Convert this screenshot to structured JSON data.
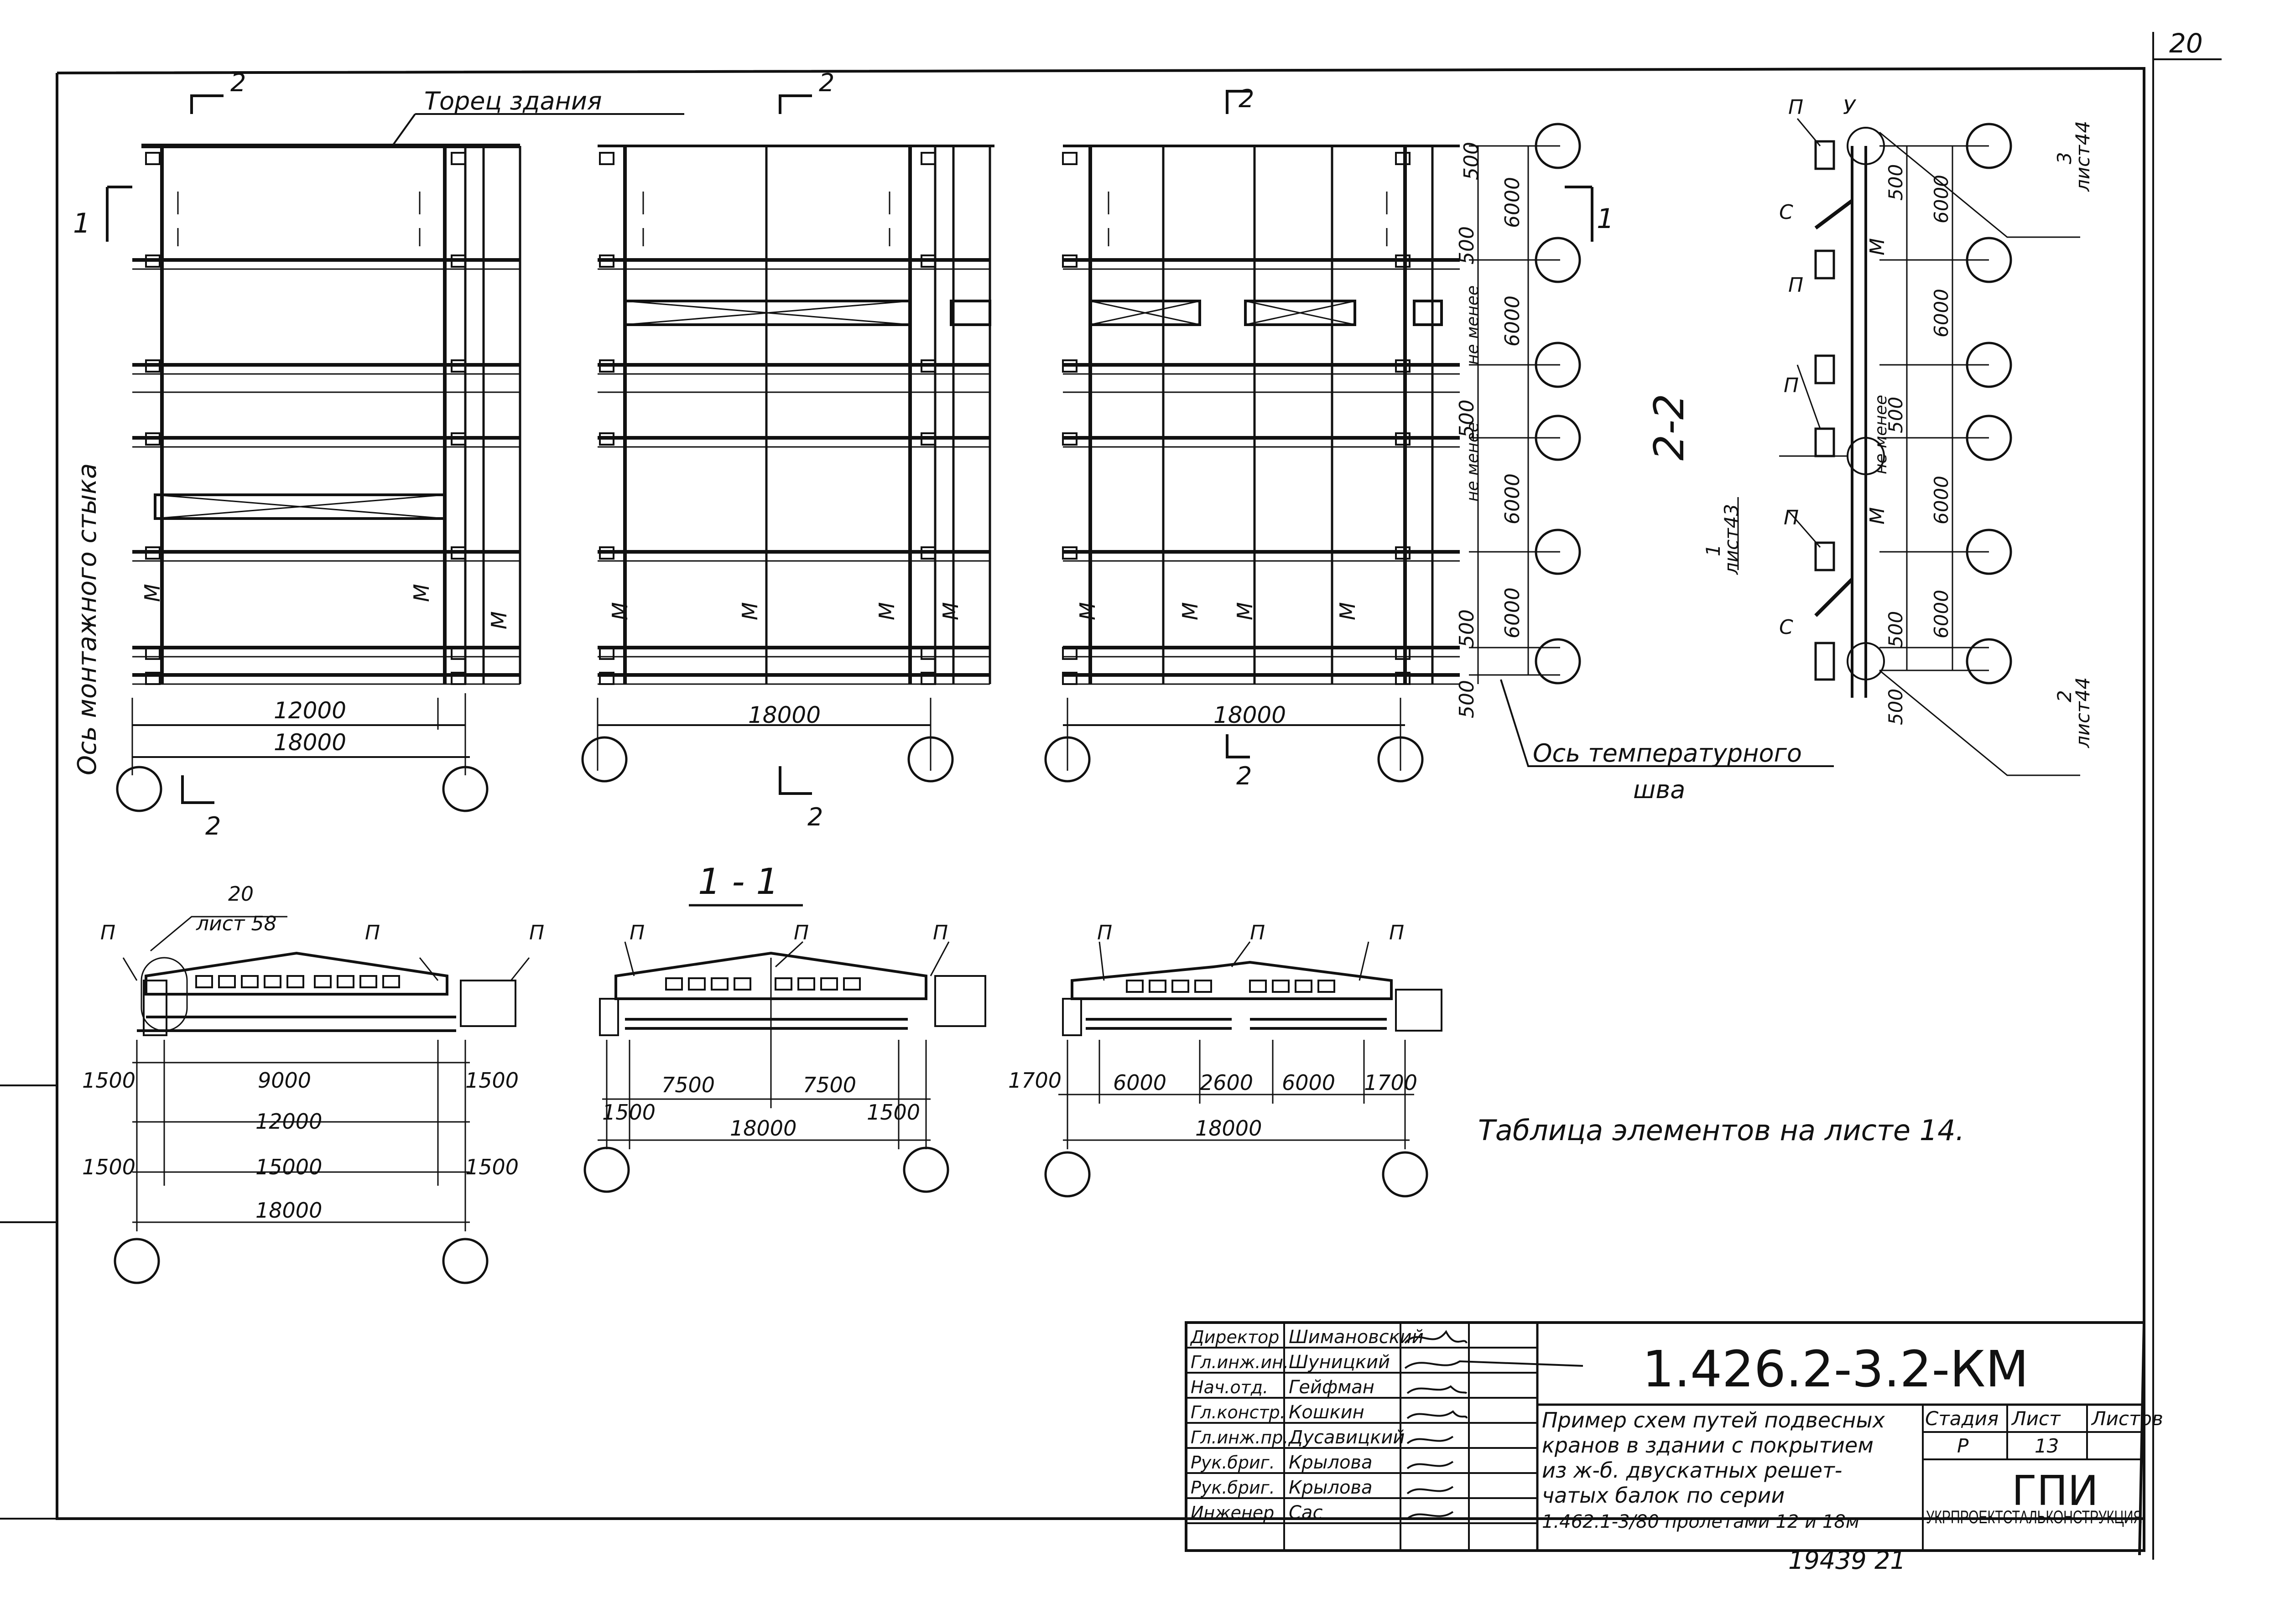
{
  "sheet": {
    "corner_number": "20",
    "bottom_number": "19439 21",
    "note": "Таблица элементов на листе 14."
  },
  "plans": {
    "label_end": "Торец здания",
    "label_mount_axis": "Ось монтажного стыка",
    "label_temp_axis_1": "Ось температурного",
    "label_temp_axis_2": "шва",
    "section_2": "2",
    "section_1": "1",
    "mark_m": "М",
    "p1_dim_inner": "12000",
    "p1_dim_outer": "18000",
    "p2_dim": "18000",
    "p3_dim": "18000",
    "side_dims": [
      "500",
      "6000",
      "500",
      "не менее",
      "6000",
      "500",
      "не менее",
      "6000",
      "6000",
      "500",
      "500"
    ]
  },
  "section22": {
    "title": "2-2",
    "labels": {
      "p": "П",
      "u": "У",
      "s": "С",
      "m": "М",
      "ref3_num": "3",
      "ref3_sheet": "лист44",
      "ref2_num": "2",
      "ref2_sheet": "лист44",
      "ref1_num": "1",
      "ref1_sheet": "лист43"
    },
    "dims": [
      "500",
      "6000",
      "6000",
      "500",
      "не менее",
      "6000",
      "500",
      "6000",
      "500"
    ]
  },
  "section11": {
    "title": "1 - 1",
    "ref20_num": "20",
    "ref20_sheet": "лист 58",
    "p": "П",
    "s1_dims_row1": [
      "1500",
      "9000",
      "1500"
    ],
    "s1_dims_row2": [
      "12000"
    ],
    "s1_dims_row3": [
      "1500",
      "15000",
      "1500"
    ],
    "s1_dims_row4": [
      "18000"
    ],
    "s2_dims_row1": [
      "7500",
      "7500"
    ],
    "s2_dims_row2": [
      "1500",
      "18000",
      "1500"
    ],
    "s3_dims_row1": [
      "1700",
      "6000",
      "2600",
      "6000",
      "1700"
    ],
    "s3_dims_row2": [
      "18000"
    ]
  },
  "title_block": {
    "code": "1.426.2-3.2-КМ",
    "roles": [
      "Директор",
      "Гл.инж.ин.",
      "Нач.отд.",
      "Гл.констр.",
      "Гл.инж.пр.",
      "Рук.бриг.",
      "Рук.бриг.",
      "Инженер"
    ],
    "names": [
      "Шимановский",
      "Шуницкий",
      "Гейфман",
      "Кошкин",
      "Дусавицкий",
      "Крылова",
      "Крылова",
      "Сас"
    ],
    "description": [
      "Пример схем путей подвесных",
      "кранов в здании с покрытием",
      "из ж-б. двускатных решет-",
      "чатых балок по серии",
      "1.462.1-3/80 пролетами 12 и 18м"
    ],
    "stage_header": "Стадия",
    "sheet_header": "Лист",
    "sheets_header": "Листов",
    "stage_value": "Р",
    "sheet_value": "13",
    "org_short": "ГПИ",
    "org_name": "УКРПРОЕКТСТАЛЬКОНСТРУКЦИЯ"
  }
}
